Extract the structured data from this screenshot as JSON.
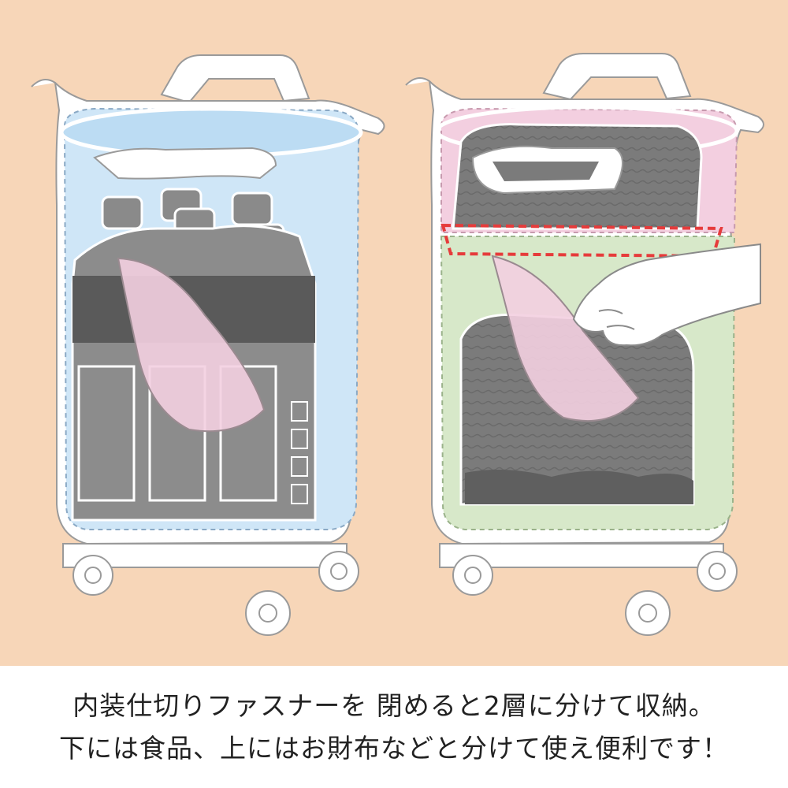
{
  "colors": {
    "background_peach": "#f7d6b8",
    "left_bag_blue": "#cfe6f7",
    "upper_layer_pink": "#f3cfe0",
    "lower_layer_green": "#d7e8c9",
    "divider_zipper_red": "#e63b3b",
    "outline_white": "#ffffff",
    "bottle_gray": "#7b7b7b",
    "caption_text": "#222222"
  },
  "illustration": {
    "left_panel": {
      "icon": "shopping-cart-bag-with-bottles"
    },
    "right_panel": {
      "icon": "shopping-cart-bag-two-layers-zipper-divider"
    }
  },
  "caption": {
    "line1": "内装仕切りファスナーを 閉めると2層に分けて収納。",
    "line2": "下には食品、上にはお財布などと分けて使え便利です！"
  }
}
